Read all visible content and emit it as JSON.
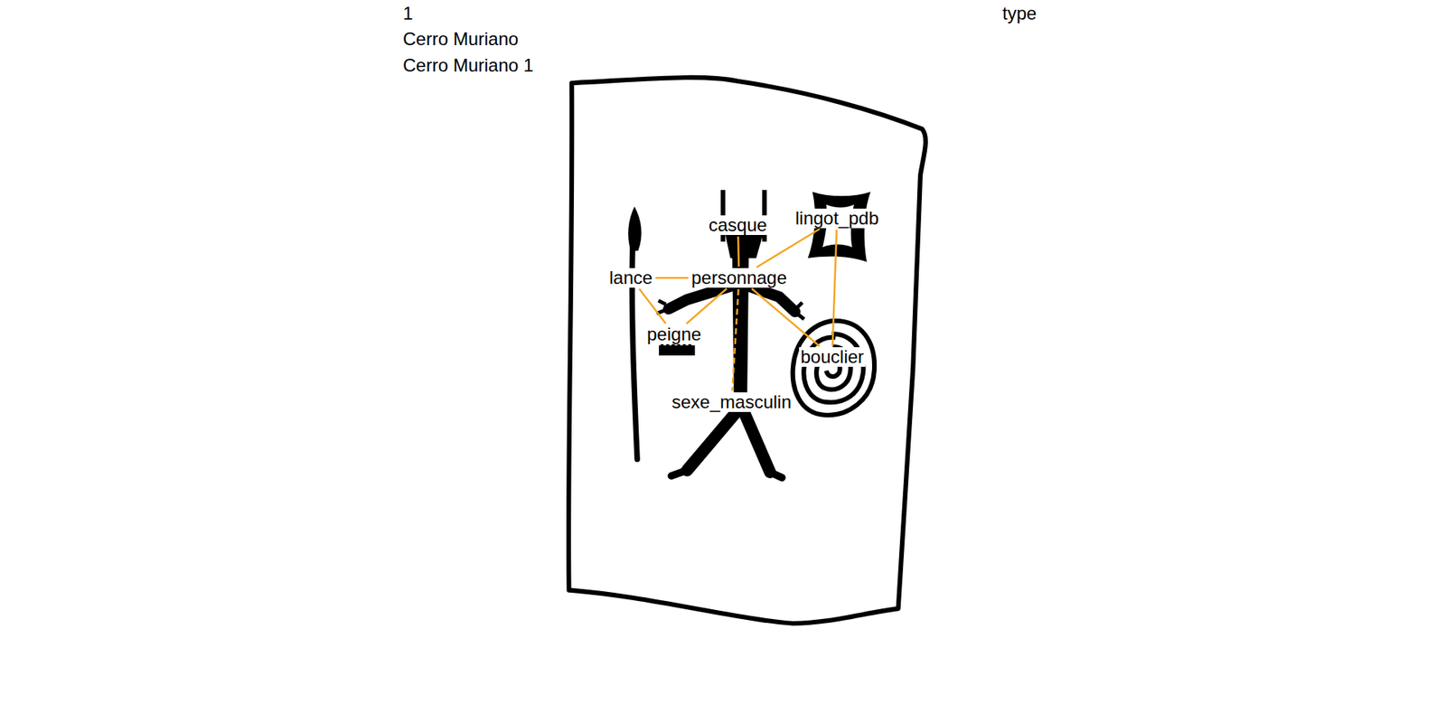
{
  "diagram": {
    "nodes": [
      {
        "text": [
          "casque"
        ]
      },
      {
        "text": [
          "lingot_pdb"
        ]
      },
      {
        "text": [
          "lance"
        ]
      },
      {
        "text": [
          "personnage"
        ]
      },
      {
        "text": [
          "peigne"
        ]
      },
      {
        "text": [
          "bouclier"
        ]
      },
      {
        "text": [
          "sexe_masculin"
        ]
      }
    ],
    "edges": [
      {
        "from": 0,
        "to": 3,
        "arrow": "none"
      },
      {
        "from": 3,
        "to": 6,
        "arrow": "none"
      },
      {
        "from": 2,
        "to": 3,
        "arrow": "none"
      },
      {
        "from": 2,
        "to": 4,
        "arrow": "none"
      },
      {
        "from": 3,
        "to": 4,
        "arrow": "none"
      },
      {
        "from": 3,
        "to": 1,
        "arrow": "none"
      },
      {
        "from": 3,
        "to": 5,
        "arrow": "none"
      },
      {
        "from": 1,
        "to": 5,
        "arrow": "none"
      }
    ],
    "labels": [
      "1",
      "Cerro Muriano",
      "Cerro Muriano 1",
      "type"
    ]
  }
}
